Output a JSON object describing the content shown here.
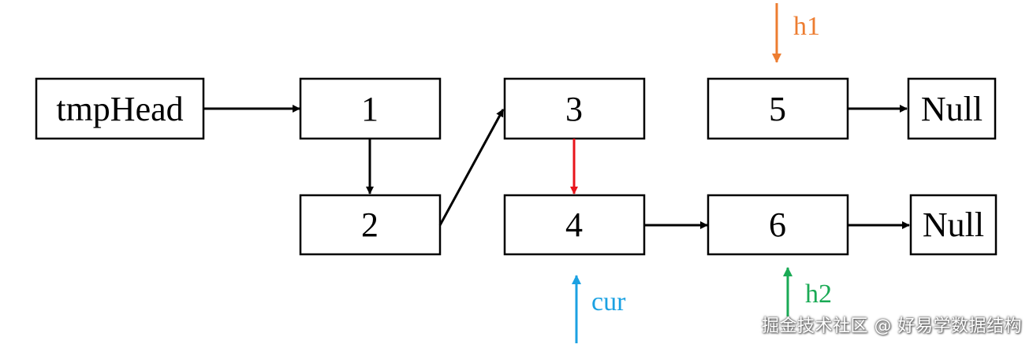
{
  "colors": {
    "black": "#000000",
    "red": "#e8141b",
    "orange": "#ed7d31",
    "blue": "#1ba1e2",
    "green": "#1aaa55"
  },
  "nodes": {
    "tmpHead": {
      "label": "tmpHead"
    },
    "n1": {
      "label": "1"
    },
    "n2": {
      "label": "2"
    },
    "n3": {
      "label": "3"
    },
    "n4": {
      "label": "4"
    },
    "n5": {
      "label": "5"
    },
    "n6": {
      "label": "6"
    },
    "null_top": {
      "label": "Null"
    },
    "null_bottom": {
      "label": "Null"
    }
  },
  "edges": [
    {
      "from": "tmpHead",
      "to": "1",
      "color": "black"
    },
    {
      "from": "1",
      "to": "2",
      "color": "black"
    },
    {
      "from": "2",
      "to": "3",
      "color": "black"
    },
    {
      "from": "3",
      "to": "4",
      "color": "red"
    },
    {
      "from": "4",
      "to": "6",
      "color": "black"
    },
    {
      "from": "5",
      "to": "Null",
      "color": "black"
    },
    {
      "from": "6",
      "to": "Null",
      "color": "black"
    }
  ],
  "pointers": {
    "h1": {
      "label": "h1",
      "color": "orange",
      "target": "5"
    },
    "cur": {
      "label": "cur",
      "color": "blue",
      "target": "4"
    },
    "h2": {
      "label": "h2",
      "color": "green",
      "target": "6"
    }
  },
  "watermark": "掘金技术社区 @ 好易学数据结构"
}
